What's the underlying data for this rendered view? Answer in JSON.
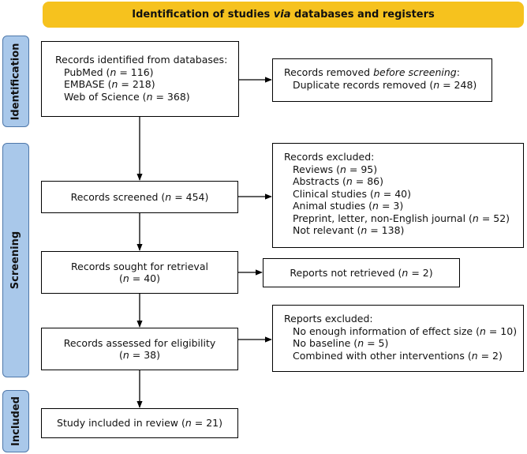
{
  "header": {
    "title_pre": "Identification of studies ",
    "title_it": "via",
    "title_post": " databases and registers"
  },
  "phases": {
    "identification": "Identification",
    "screening": "Screening",
    "included": "Included"
  },
  "n_symbol": "n",
  "boxes": {
    "identified": {
      "title": "Records identified from databases:",
      "items": [
        {
          "pre": "PubMed (",
          "post": " = 116)"
        },
        {
          "pre": "EMBASE (",
          "post": " = 218)"
        },
        {
          "pre": "Web of Science (",
          "post": " = 368)"
        }
      ]
    },
    "removed": {
      "title_pre": "Records removed ",
      "title_it": "before screening",
      "title_post": ":",
      "item_pre": "Duplicate records removed (",
      "item_post": " = 248)"
    },
    "screened": {
      "pre": "Records screened (",
      "post": " = 454)"
    },
    "excluded": {
      "title": "Records excluded:",
      "items": [
        {
          "pre": "Reviews (",
          "post": " = 95)"
        },
        {
          "pre": "Abstracts (",
          "post": " = 86)"
        },
        {
          "pre": "Clinical studies (",
          "post": " = 40)"
        },
        {
          "pre": "Animal studies (",
          "post": " = 3)"
        },
        {
          "pre": "Preprint, letter, non-English journal (",
          "post": " = 52)"
        },
        {
          "pre": "Not relevant (",
          "post": " = 138)"
        }
      ]
    },
    "sought": {
      "line1": "Records sought for retrieval",
      "pre": "(",
      "post": " = 40)"
    },
    "not_retrieved": {
      "pre": "Reports not retrieved (",
      "post": " = 2)"
    },
    "assessed": {
      "line1": "Records assessed for eligibility",
      "pre": "(",
      "post": " = 38)"
    },
    "reports_excluded": {
      "title": "Reports excluded:",
      "items": [
        {
          "pre": "No enough information of effect size (",
          "post": " = 10)"
        },
        {
          "pre": "No baseline (",
          "post": " = 5)"
        },
        {
          "pre": "Combined with other interventions (",
          "post": " = 2)"
        }
      ]
    },
    "included": {
      "pre": "Study included in review (",
      "post": " = 21)"
    }
  },
  "colors": {
    "header_bg": "#f6c21e",
    "phase_bg": "#a9c8ea",
    "phase_border": "#4f78aa"
  }
}
